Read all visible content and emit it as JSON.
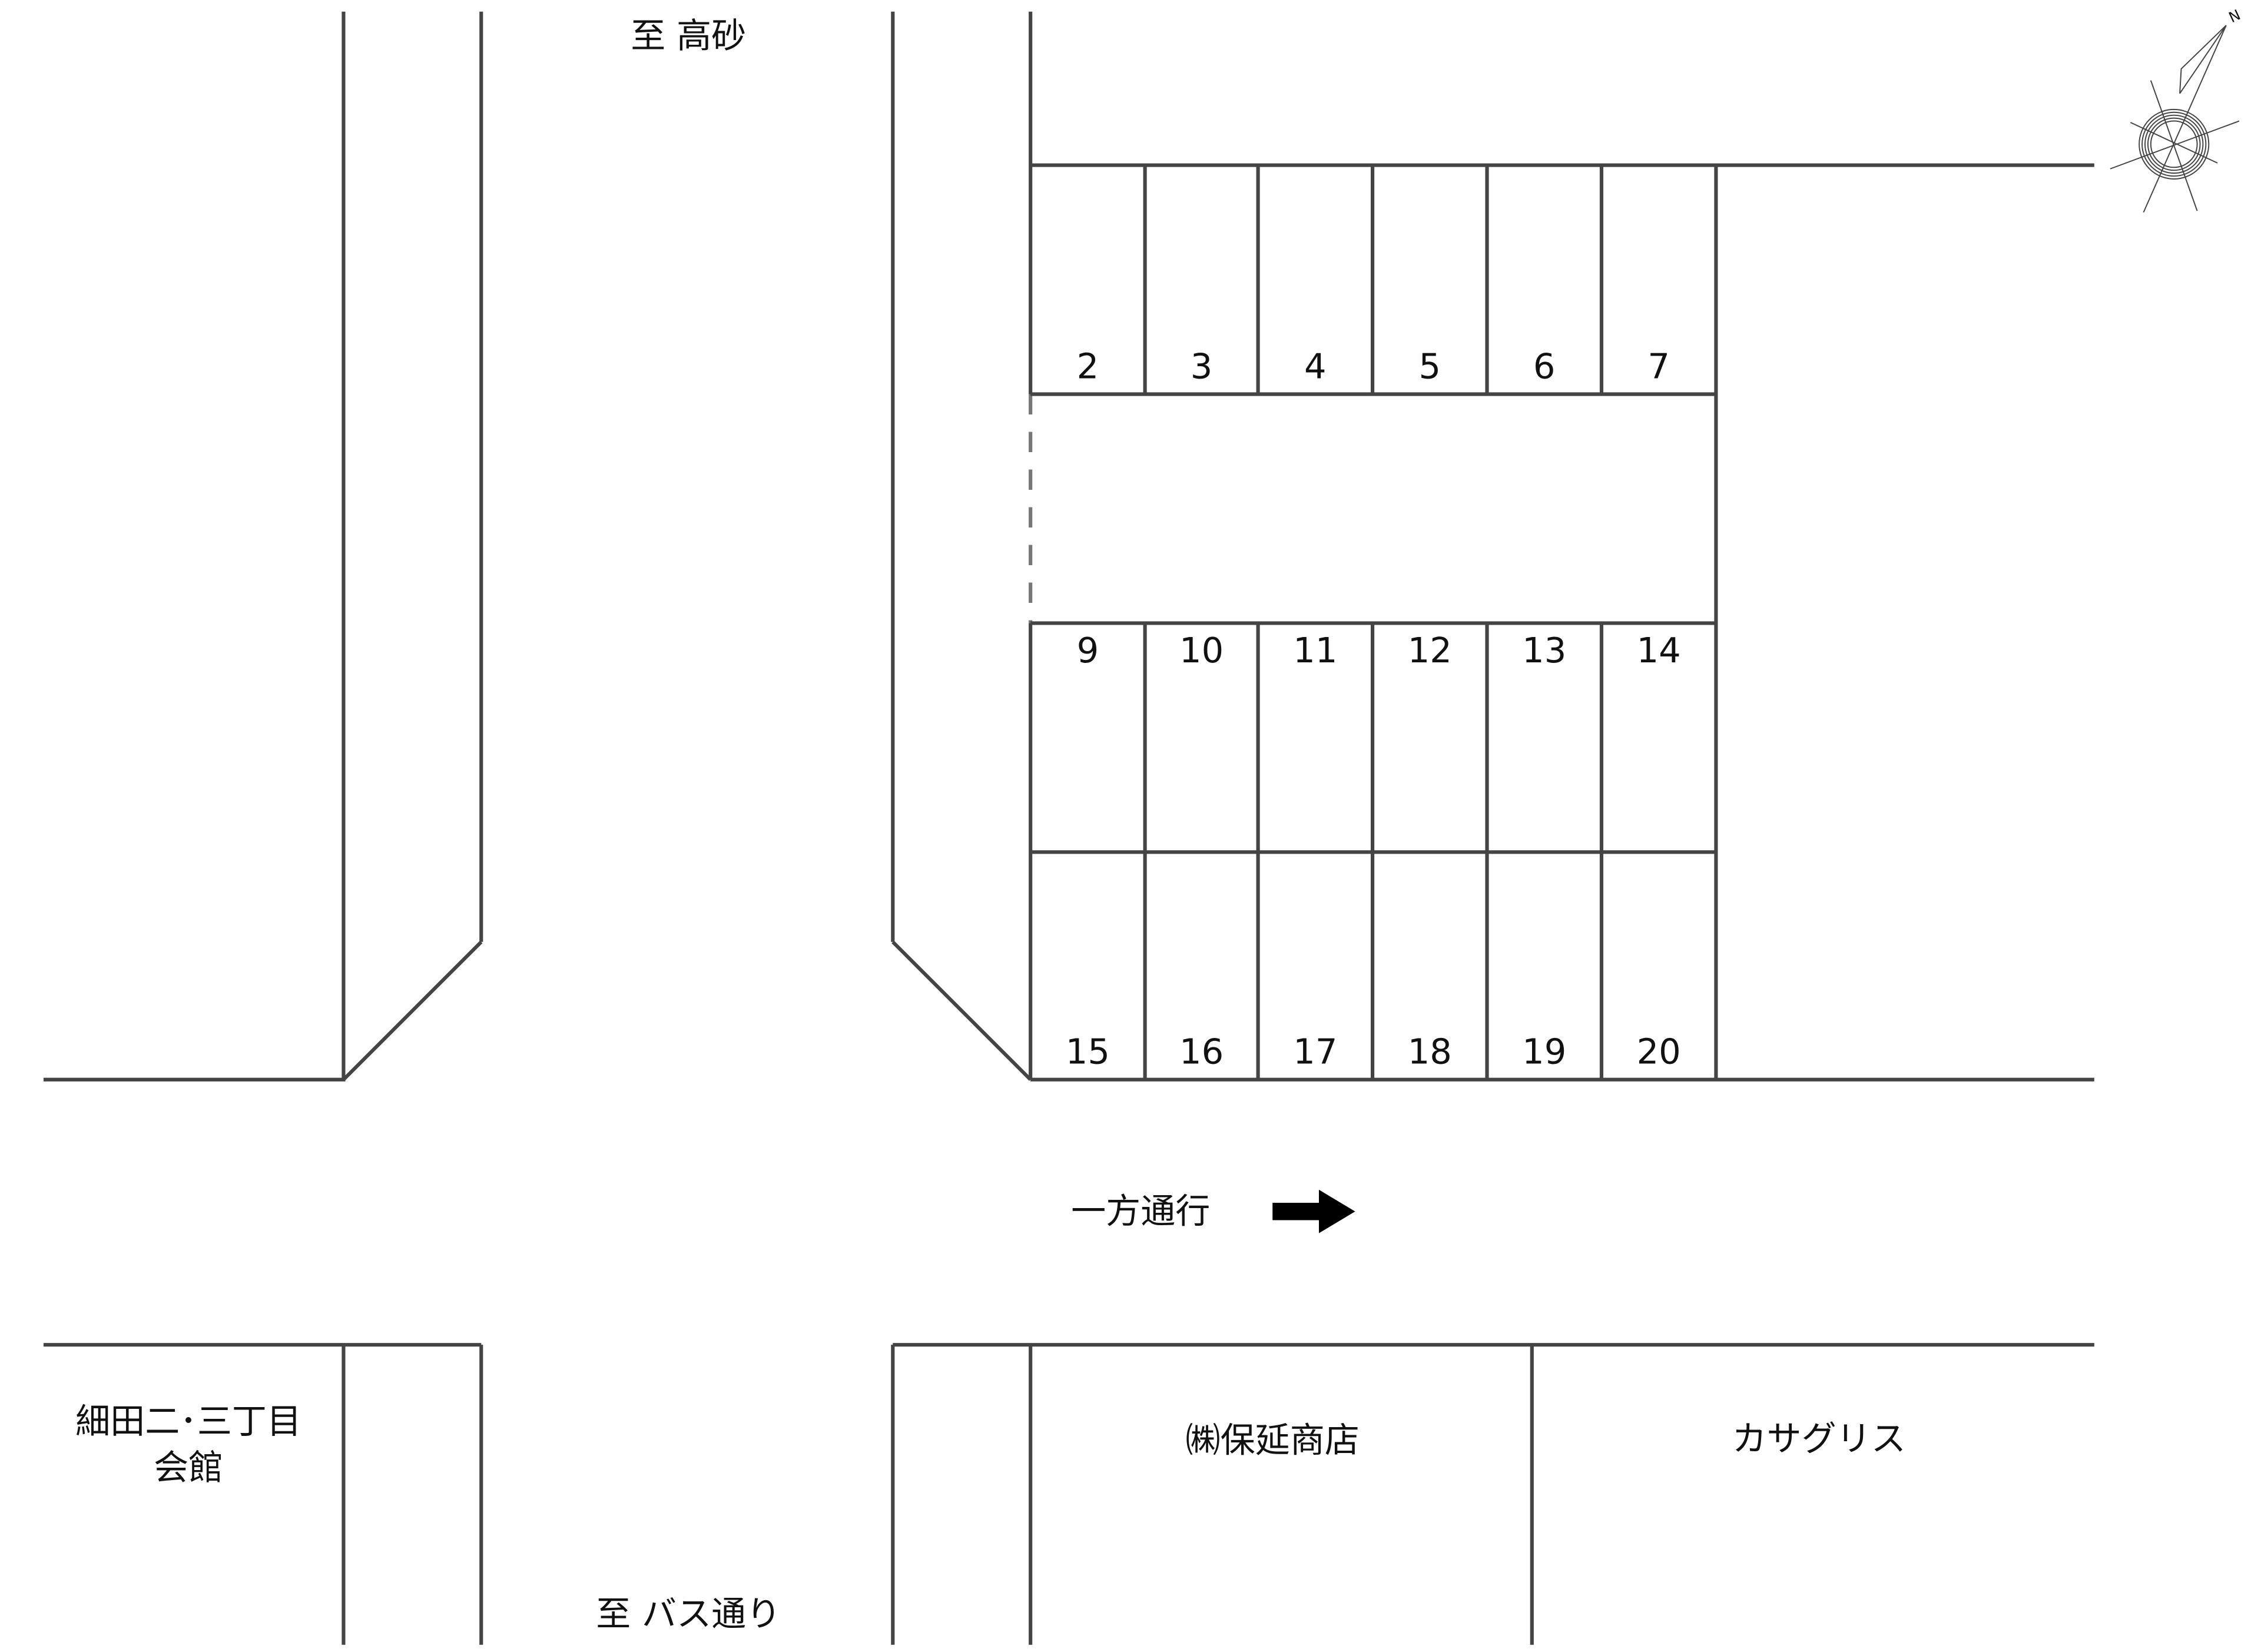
{
  "labels": {
    "to_takasago": "至 高砂",
    "to_bus_street": "至 バス通り",
    "one_way": "一方通行",
    "hall_line1": "細田二･三丁目",
    "hall_line2": "会館",
    "shop_hoen": "㈱保延商店",
    "shop_kasagris": "カサグリス",
    "north": "N"
  },
  "lots": {
    "top_row": [
      "2",
      "3",
      "4",
      "5",
      "6",
      "7"
    ],
    "middle_row": [
      "9",
      "10",
      "11",
      "12",
      "13",
      "14"
    ],
    "bottom_row": [
      "15",
      "16",
      "17",
      "18",
      "19",
      "20"
    ]
  },
  "icons": {
    "one_way_arrow": "arrow-right",
    "compass": "north-arrow"
  },
  "colors": {
    "line": "#555555",
    "text": "#111111",
    "background": "#ffffff"
  }
}
